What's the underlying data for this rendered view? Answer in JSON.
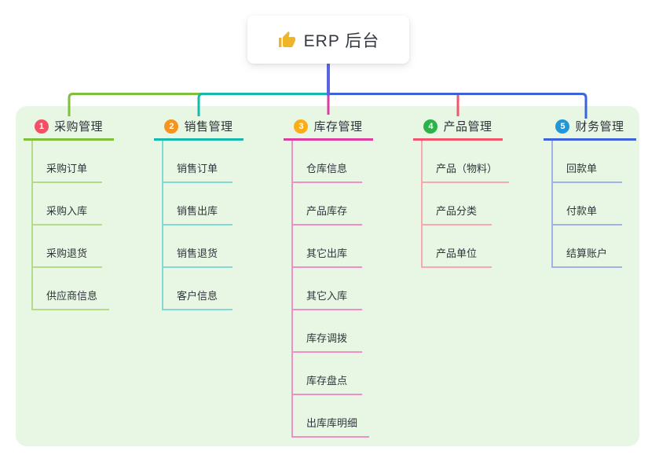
{
  "canvas": {
    "panel_bg": "#e8f6e4",
    "page_bg": "#ffffff"
  },
  "root": {
    "label": "ERP 后台",
    "icon": "thumbs-up-icon",
    "icon_color": "#f0b429",
    "line_color": "#5a64e0"
  },
  "branches": [
    {
      "num": "1",
      "title": "采购管理",
      "badge_color": "#f35067",
      "line_color": "#7fbf3c",
      "light_line_color": "#b6da8b",
      "children": [
        "采购订单",
        "采购入库",
        "采购退货",
        "供应商信息"
      ]
    },
    {
      "num": "2",
      "title": "销售管理",
      "badge_color": "#f7941d",
      "line_color": "#16b9ac",
      "light_line_color": "#82d9d1",
      "children": [
        "销售订单",
        "销售出库",
        "销售退货",
        "客户信息"
      ]
    },
    {
      "num": "3",
      "title": "库存管理",
      "badge_color": "#fbad18",
      "line_color": "#db3da0",
      "light_line_color": "#f08fc6",
      "children": [
        "仓库信息",
        "产品库存",
        "其它出库",
        "其它入库",
        "库存调拨",
        "库存盘点",
        "出库库明细"
      ]
    },
    {
      "num": "4",
      "title": "产品管理",
      "badge_color": "#2bb34a",
      "line_color": "#f4556b",
      "light_line_color": "#f8a8b0",
      "children": [
        "产品（物料）",
        "产品分类",
        "产品单位"
      ]
    },
    {
      "num": "5",
      "title": "财务管理",
      "badge_color": "#2097d8",
      "line_color": "#3e63d9",
      "light_line_color": "#a3b2e3",
      "children": [
        "回款单",
        "付款单",
        "结算账户"
      ]
    }
  ]
}
